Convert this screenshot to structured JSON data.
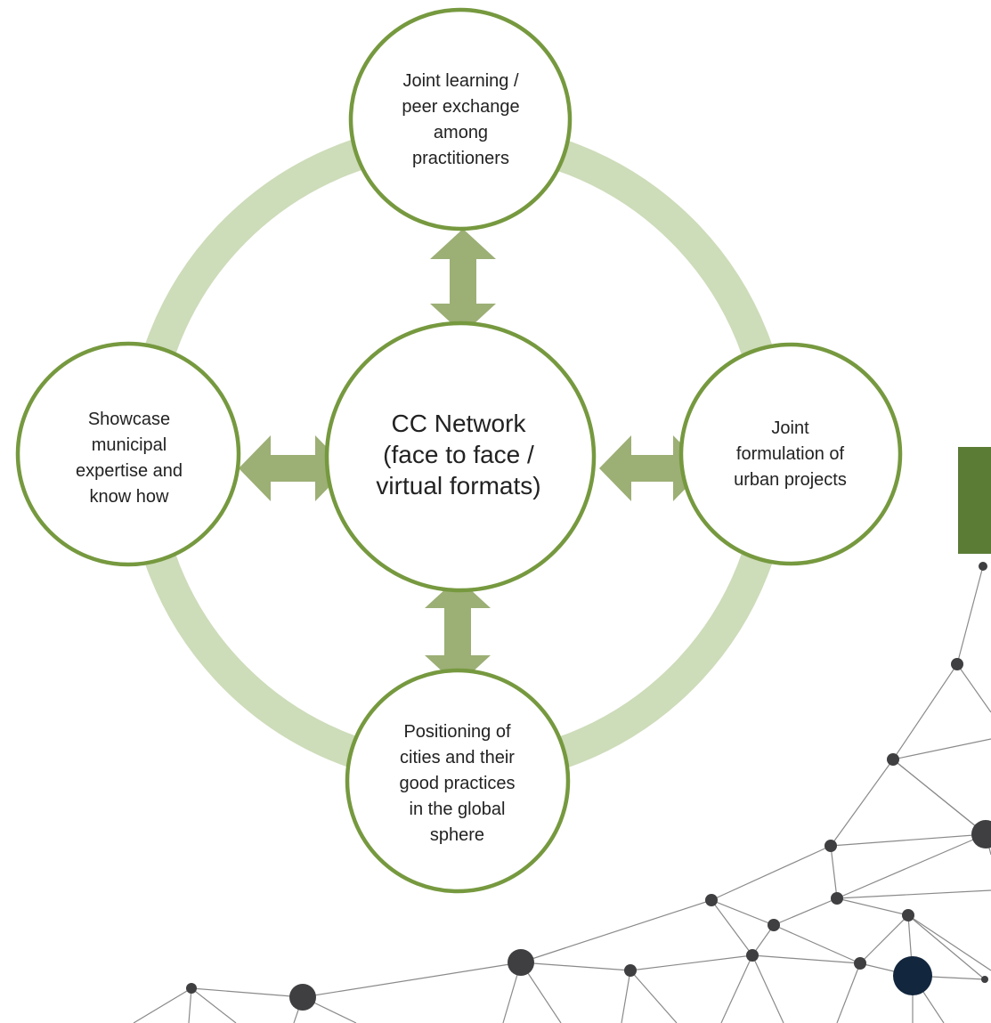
{
  "diagram": {
    "center": {
      "label": "CC Network\n(face to face /\nvirtual formats)"
    },
    "nodes": [
      {
        "id": "top",
        "label": "Joint learning /\npeer exchange\namong\npractitioners"
      },
      {
        "id": "left",
        "label": "Showcase\nmunicipal\nexpertise and\nknow how"
      },
      {
        "id": "right",
        "label": "Joint\nformulation of\nurban projects"
      },
      {
        "id": "bottom",
        "label": "Positioning of\ncities and their\ngood practices\nin the global\nsphere"
      }
    ],
    "colors": {
      "ring": "#cddcb9",
      "circle_stroke": "#76993f",
      "arrow": "#9caf75",
      "side_bar": "#5b7c35",
      "network_line": "#8a8a8a",
      "network_node": "#3f3f41",
      "network_accent": "#12263d"
    }
  }
}
